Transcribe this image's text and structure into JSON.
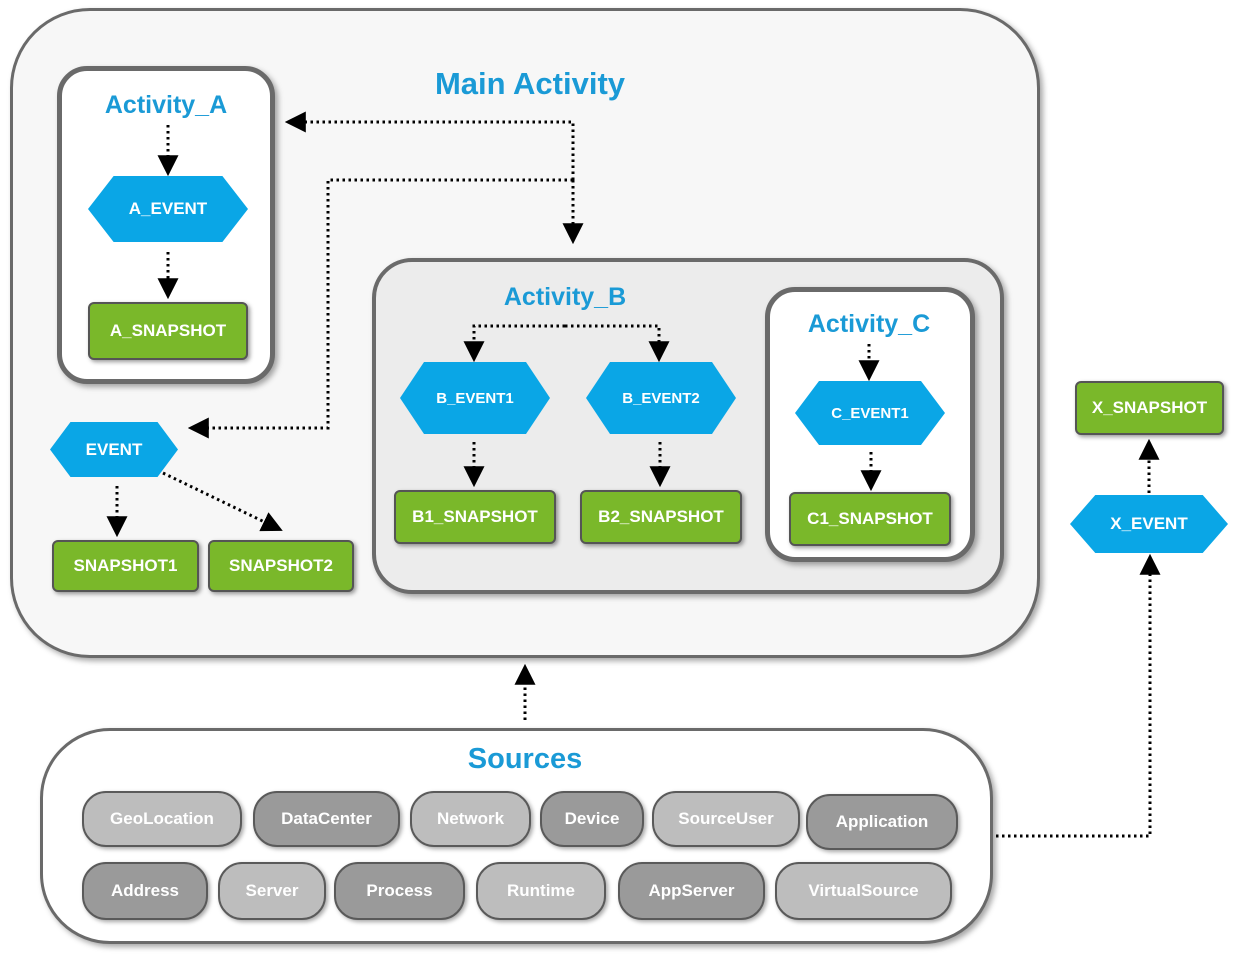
{
  "titles": {
    "main": "Main Activity",
    "activity_a": "Activity_A",
    "activity_b": "Activity_B",
    "activity_c": "Activity_C",
    "sources": "Sources"
  },
  "events": {
    "a_event": "A_EVENT",
    "event": "EVENT",
    "b_event1": "B_EVENT1",
    "b_event2": "B_EVENT2",
    "c_event1": "C_EVENT1",
    "x_event": "X_EVENT"
  },
  "snapshots": {
    "a_snapshot": "A_SNAPSHOT",
    "snapshot1": "SNAPSHOT1",
    "snapshot2": "SNAPSHOT2",
    "b1_snapshot": "B1_SNAPSHOT",
    "b2_snapshot": "B2_SNAPSHOT",
    "c1_snapshot": "C1_SNAPSHOT",
    "x_snapshot": "X_SNAPSHOT"
  },
  "sources": {
    "row1": [
      "GeoLocation",
      "DataCenter",
      "Network",
      "Device",
      "SourceUser",
      "Application"
    ],
    "row2": [
      "Address",
      "Server",
      "Process",
      "Runtime",
      "AppServer",
      "VirtualSource"
    ]
  },
  "colors": {
    "title_blue": "#1a9ad6",
    "event_blue": "#0aa6e6",
    "snapshot_green": "#7ab82a",
    "source_light": "#bdbdbd",
    "source_dark": "#9a9a9a",
    "border_gray": "#6a6a6a"
  }
}
